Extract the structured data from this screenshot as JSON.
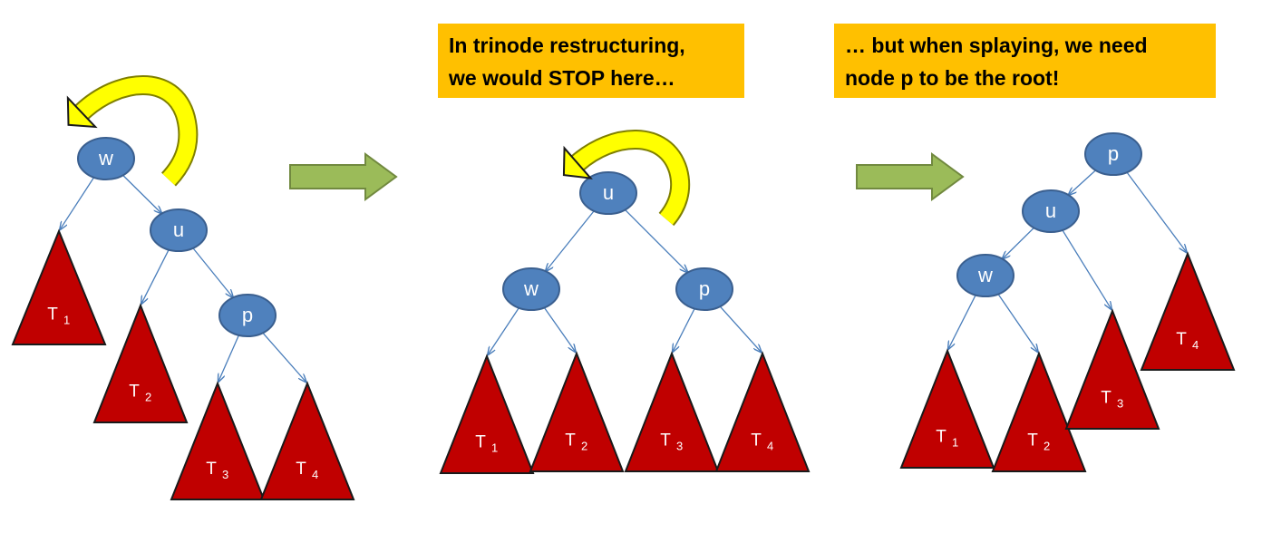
{
  "callouts": {
    "left": {
      "line1": "In trinode restructuring,",
      "line2": "we would STOP here…"
    },
    "right": {
      "line1": "… but when splaying, we need",
      "line2": "node p to be the root!"
    }
  },
  "colors": {
    "node_fill": "#4f81bd",
    "node_stroke": "#3a5f8f",
    "edge": "#4a7ebb",
    "subtree_fill": "#c00000",
    "subtree_stroke": "#1a1a1a",
    "rotation_arrow": "#ffff00",
    "transition_arrow": "#9bbb59",
    "callout_bg": "#ffc000"
  },
  "trees": [
    {
      "id": "before",
      "nodes": [
        {
          "key": "w",
          "label": "w"
        },
        {
          "key": "u",
          "label": "u"
        },
        {
          "key": "p",
          "label": "p"
        }
      ],
      "subtrees": [
        {
          "key": "T1",
          "base": "T",
          "sub": "1"
        },
        {
          "key": "T2",
          "base": "T",
          "sub": "2"
        },
        {
          "key": "T3",
          "base": "T",
          "sub": "3"
        },
        {
          "key": "T4",
          "base": "T",
          "sub": "4"
        }
      ],
      "edges": [
        [
          "w",
          "T1"
        ],
        [
          "w",
          "u"
        ],
        [
          "u",
          "T2"
        ],
        [
          "u",
          "p"
        ],
        [
          "p",
          "T3"
        ],
        [
          "p",
          "T4"
        ]
      ],
      "rotation_at": "w"
    },
    {
      "id": "after-trinode",
      "nodes": [
        {
          "key": "u",
          "label": "u"
        },
        {
          "key": "w",
          "label": "w"
        },
        {
          "key": "p",
          "label": "p"
        }
      ],
      "subtrees": [
        {
          "key": "T1",
          "base": "T",
          "sub": "1"
        },
        {
          "key": "T2",
          "base": "T",
          "sub": "2"
        },
        {
          "key": "T3",
          "base": "T",
          "sub": "3"
        },
        {
          "key": "T4",
          "base": "T",
          "sub": "4"
        }
      ],
      "edges": [
        [
          "u",
          "w"
        ],
        [
          "u",
          "p"
        ],
        [
          "w",
          "T1"
        ],
        [
          "w",
          "T2"
        ],
        [
          "p",
          "T3"
        ],
        [
          "p",
          "T4"
        ]
      ],
      "rotation_at": "u"
    },
    {
      "id": "after-splay",
      "nodes": [
        {
          "key": "p",
          "label": "p"
        },
        {
          "key": "u",
          "label": "u"
        },
        {
          "key": "w",
          "label": "w"
        }
      ],
      "subtrees": [
        {
          "key": "T1",
          "base": "T",
          "sub": "1"
        },
        {
          "key": "T2",
          "base": "T",
          "sub": "2"
        },
        {
          "key": "T3",
          "base": "T",
          "sub": "3"
        },
        {
          "key": "T4",
          "base": "T",
          "sub": "4"
        }
      ],
      "edges": [
        [
          "p",
          "u"
        ],
        [
          "p",
          "T4"
        ],
        [
          "u",
          "w"
        ],
        [
          "u",
          "T3"
        ],
        [
          "w",
          "T1"
        ],
        [
          "w",
          "T2"
        ]
      ],
      "rotation_at": null
    }
  ]
}
